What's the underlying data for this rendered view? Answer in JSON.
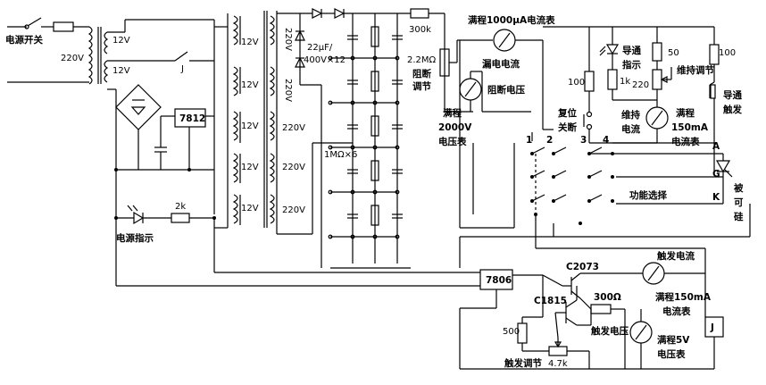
{
  "labels": {
    "power_switch": "电源开关",
    "mains_voltage": "220V",
    "sec_12v_a": "12V",
    "sec_12v_b": "12V",
    "relay_contact": "J",
    "reg_7812": "7812",
    "reg_7806": "7806",
    "power_indicator": "电源指示",
    "res_2k": "2k",
    "caps_note": "22μF/\n400V×12",
    "res_300k": "300k",
    "res_2_2m": "2.2MΩ",
    "block_adjust_1": "阻断",
    "block_adjust_2": "调节",
    "res_1m_x6": "1MΩ×6",
    "meter_1000ua_title": "满程1000μA电流表",
    "leak_current": "漏电电流",
    "block_voltage": "阻断电压",
    "meter_2000v_1": "满程",
    "meter_2000v_2": "2000V",
    "meter_2000v_3": "电压表",
    "reset_off_1": "复位",
    "reset_off_2": "关断",
    "res_100_a": "100",
    "conduct_ind_1": "导通",
    "conduct_ind_2": "指示",
    "res_1k": "1k",
    "res_50": "50",
    "hold_adjust": "维持调节",
    "res_220": "220",
    "res_100_b": "100",
    "conduct_trig_1": "导通",
    "conduct_trig_2": "触发",
    "hold_current_1": "维持",
    "hold_current_2": "电流",
    "meter_150ma_1": "满程",
    "meter_150ma_2": "150mA",
    "meter_150ma_3": "电流表",
    "sw_pos_1": "1",
    "sw_pos_2": "2",
    "sw_pos_3": "3",
    "sw_pos_4": "4",
    "term_a": "A",
    "term_g": "G",
    "term_k": "K",
    "func_select": "功能选择",
    "dut_1": "被",
    "dut_2": "可",
    "dut_3": "硅",
    "trig_current": "触发电流",
    "q_c2073": "C2073",
    "q_c1815": "C1815",
    "res_300_ohm": "300Ω",
    "meter_trig_150ma_1": "满程150mA",
    "meter_trig_150ma_2": "电流表",
    "res_500": "500",
    "trig_voltage": "触发电压",
    "meter_5v_1": "满程5V",
    "meter_5v_2": "电压表",
    "trig_adjust": "触发调节",
    "pot_4_7k": "4.7k",
    "relay_coil": "J",
    "tr_12v": "12V",
    "tr_220v": "220V"
  }
}
